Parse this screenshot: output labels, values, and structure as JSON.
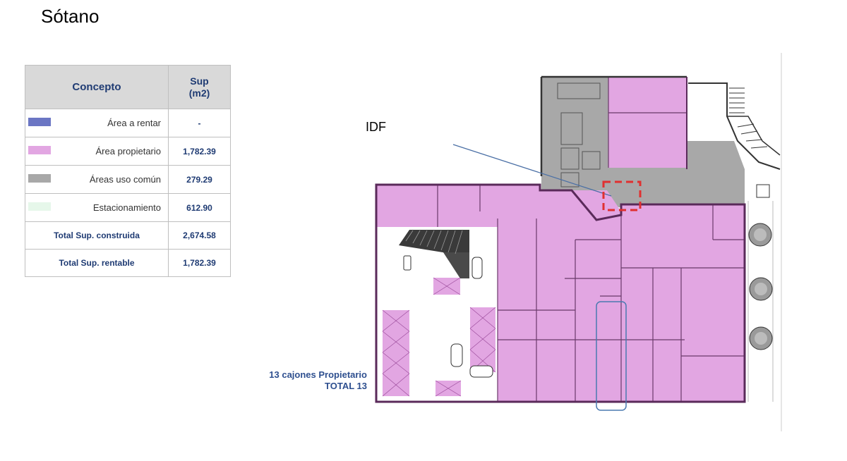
{
  "title": "Sótano",
  "table": {
    "headers": {
      "concept": "Concepto",
      "sup_line1": "Sup",
      "sup_line2": "(m2)"
    },
    "rows": [
      {
        "label": "Área a rentar",
        "value": "-",
        "color": "#6b76c4"
      },
      {
        "label": "Área propietario",
        "value": "1,782.39",
        "color": "#e2a6e2"
      },
      {
        "label": "Áreas uso común",
        "value": "279.29",
        "color": "#a8a8a8"
      },
      {
        "label": "Estacionamiento",
        "value": "612.90",
        "color": "#e6f7ea"
      }
    ],
    "totals": [
      {
        "label": "Total Sup. construida",
        "value": "2,674.58"
      },
      {
        "label": "Total Sup. rentable",
        "value": "1,782.39"
      }
    ]
  },
  "annotations": {
    "idf": "IDF",
    "cajones_line1": "13 cajones Propietario",
    "cajones_line2": "TOTAL 13"
  },
  "colors": {
    "owner_area": "#e2a6e2",
    "common_area": "#a8a8a8",
    "parking": "#ffffff",
    "outline": "#5a2a5a",
    "idf_marker": "#e03030",
    "highlight": "#4a7ab0"
  }
}
